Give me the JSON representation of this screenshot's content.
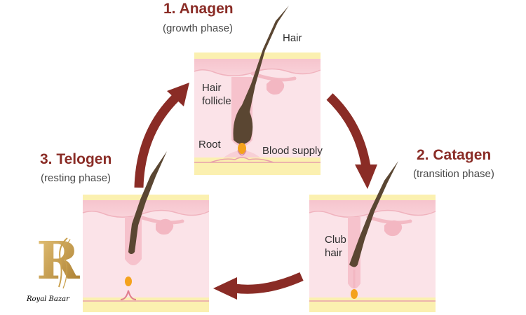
{
  "phases": {
    "anagen": {
      "title": "1. Anagen",
      "subtitle": "(growth phase)"
    },
    "catagen": {
      "title": "2. Catagen",
      "subtitle": "(transition phase)"
    },
    "telogen": {
      "title": "3. Telogen",
      "subtitle": "(resting phase)"
    }
  },
  "labels": {
    "hair": "Hair",
    "hair_follicle_line1": "Hair",
    "hair_follicle_line2": "follicle",
    "root": "Root",
    "blood_supply": "Blood supply",
    "club_hair_line1": "Club",
    "club_hair_line2": "hair"
  },
  "logo": {
    "letter": "R",
    "text": "Royal Bazar"
  },
  "colors": {
    "arrow": "#8a2c26",
    "title": "#8a2c26",
    "hair": "#5a4632",
    "skin": "#f6c4cd",
    "tissue": "#fbe0e6",
    "fat": "#fbf0b0",
    "bulb": "#f4a21c",
    "logo": "#c9a04e"
  }
}
